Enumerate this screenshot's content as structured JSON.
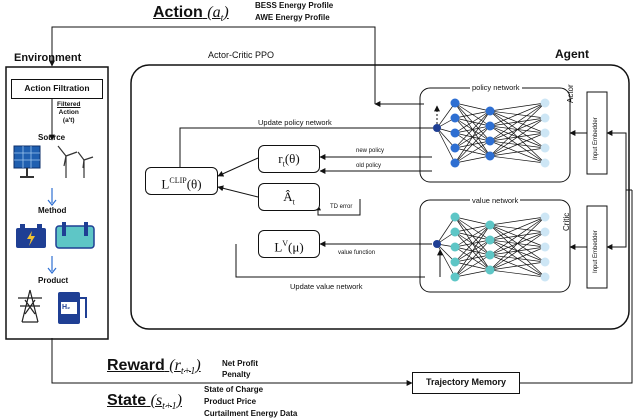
{
  "action": {
    "label": "Action",
    "symbol": "(a",
    "sub": "t",
    "close": ")",
    "profiles": [
      "BESS Energy Profile",
      "AWE Energy Profile"
    ]
  },
  "environment": {
    "title": "Environment",
    "filtration": "Action Filtration",
    "filtered_note": [
      "Filtered",
      "Action",
      "(a′t)"
    ],
    "source": "Source",
    "method": "Method",
    "product": "Product",
    "h2": "H₂"
  },
  "agent": {
    "title": "Agent",
    "ppo": "Actor-Critic PPO",
    "actor": "Actor",
    "critic": "Critic",
    "policy_network": "policy network",
    "value_network": "value network",
    "input_embedder": "Input Embedder",
    "update_policy": "Update policy network",
    "update_value": "Update value network",
    "new_policy": "new policy",
    "old_policy": "old policy",
    "td_error": "TD error",
    "value_function": "value function",
    "l_clip": {
      "base": "L",
      "sup": "CLIP",
      "arg": "(θ)"
    },
    "ratio": {
      "base": "r",
      "sub": "t",
      "arg": "(θ)"
    },
    "advantage": {
      "base": "Â",
      "sub": "t"
    },
    "l_v": {
      "base": "L",
      "sup": "V",
      "arg": "(μ)"
    }
  },
  "reward": {
    "label": "Reward",
    "symbol": "(r",
    "sub": "t+1",
    "close": ")",
    "items": [
      "Net Profit",
      "Penalty"
    ]
  },
  "state": {
    "label": "State",
    "symbol": "(s",
    "sub": "t+1",
    "close": ")",
    "items": [
      "State of Charge",
      "Product Price",
      "Curtailment Energy Data"
    ]
  },
  "trajectory": "Trajectory Memory",
  "colors": {
    "node_dark": "#1f3f94",
    "node_mid": "#2e6fd2",
    "node_teal": "#5ec6c6",
    "node_light": "#cde6f5",
    "line": "#111111"
  }
}
